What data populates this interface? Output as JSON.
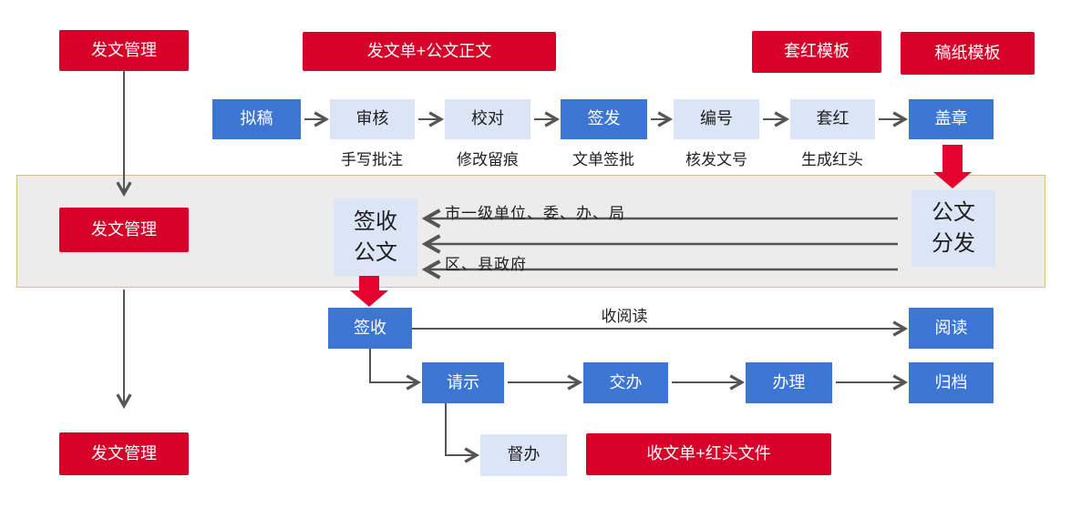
{
  "colors": {
    "red": "#D60029",
    "red_arrow": "#E4032E",
    "blue": "#3C76D2",
    "light_blue": "#DBE5F6",
    "band_bg": "#ECECEC",
    "band_border": "#D9BE8C",
    "connector": "#555555",
    "text_dark": "#1F1F1F"
  },
  "left_column": {
    "box1": "发文管理",
    "box2": "发文管理",
    "box3": "发文管理"
  },
  "top_row": {
    "doc_bundle": "发文单+公文正文",
    "taohong_template": "套红模板",
    "paper_template": "稿纸模板"
  },
  "outgoing_flow": {
    "steps": [
      {
        "label": "拟稿",
        "note": ""
      },
      {
        "label": "审核",
        "note": "手写批注"
      },
      {
        "label": "校对",
        "note": "修改留痕"
      },
      {
        "label": "签发",
        "note": "文单签批"
      },
      {
        "label": "编号",
        "note": "核发文号"
      },
      {
        "label": "套红",
        "note": "生成红头"
      },
      {
        "label": "盖章",
        "note": ""
      }
    ]
  },
  "exchange_band": {
    "sign_receive": "签收公文",
    "distribute": "公文分发",
    "recipients_top": "市一级单位、委、办、局",
    "recipients_bottom": "区、县政府"
  },
  "incoming_flow": {
    "sign": "签收",
    "read_route_label": "收阅读",
    "read": "阅读",
    "request": "请示",
    "assign": "交办",
    "handle": "办理",
    "archive": "归档",
    "supervise": "督办",
    "doc_bundle": "收文单+红头文件"
  }
}
